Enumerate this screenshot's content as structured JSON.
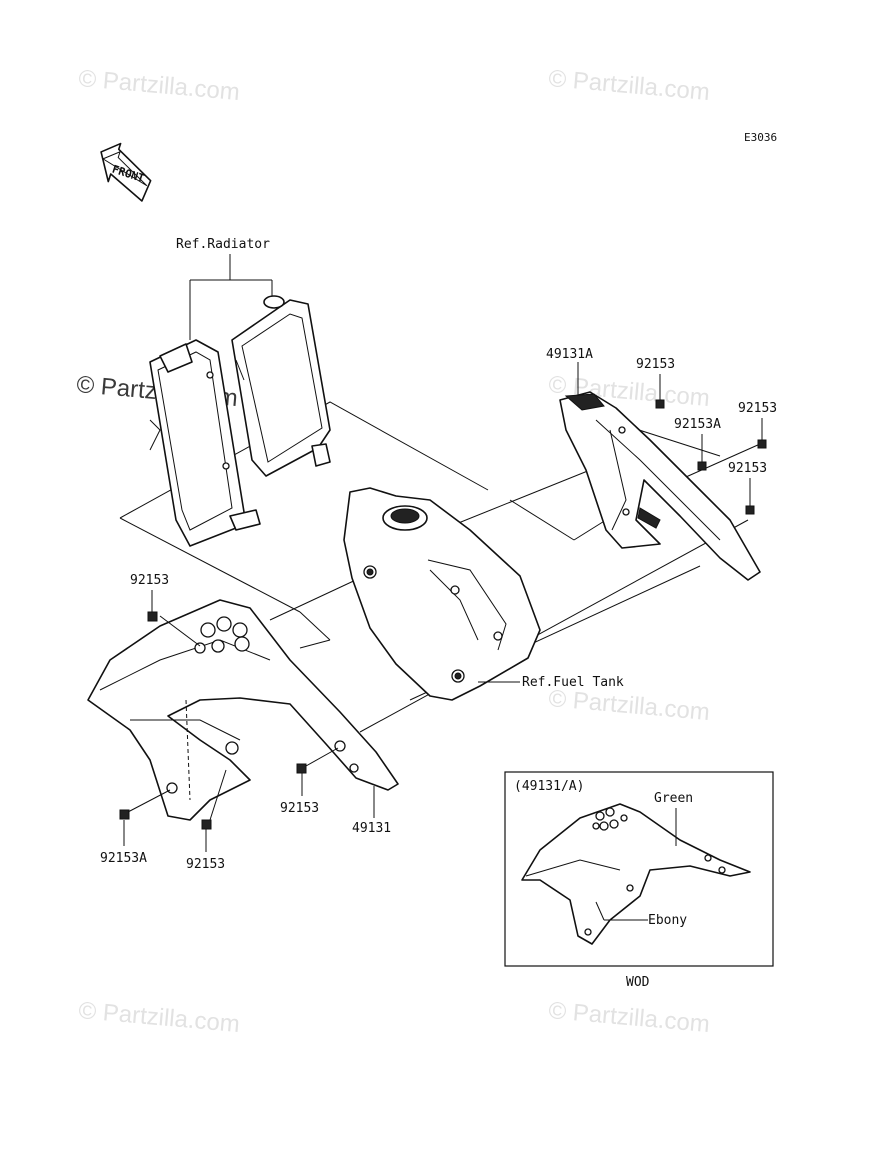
{
  "diagram": {
    "code": "E3036",
    "front_label": "FRONT",
    "watermark": "© Partzilla.com",
    "ref_labels": {
      "radiator": "Ref.Radiator",
      "fuel_tank": "Ref.Fuel Tank"
    },
    "part_labels": {
      "shroud_right": "49131A",
      "bolt_top_1": "92153",
      "bolt_top_2": "92153",
      "bolt_top_3": "92153A",
      "bolt_top_4": "92153",
      "bolt_left_top": "92153",
      "bolt_left_mid": "92153",
      "shroud_left": "49131",
      "bolt_bottom_a": "92153A",
      "bolt_bottom_b": "92153"
    },
    "inset": {
      "title": "(49131/A)",
      "color_1": "Green",
      "color_2": "Ebony",
      "caption": "WOD"
    }
  }
}
